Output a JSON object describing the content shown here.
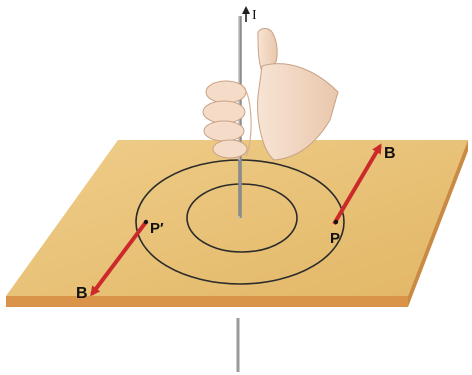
{
  "labels": {
    "current": "I",
    "field_right": "B",
    "field_left": "B",
    "point_right": "P",
    "point_left": "P′"
  },
  "colors": {
    "board_top": "#e8c27a",
    "board_edge": "#d9944a",
    "field_vector": "#cc2a2a",
    "field_lines": "#2b2b2b",
    "wire": "#8c8c8c",
    "skin": "#f3d9c4"
  },
  "icons": {
    "hand": "right-hand-thumb-up-icon",
    "current_arrow": "arrow-up-icon",
    "field_arrow": "arrow-icon"
  }
}
